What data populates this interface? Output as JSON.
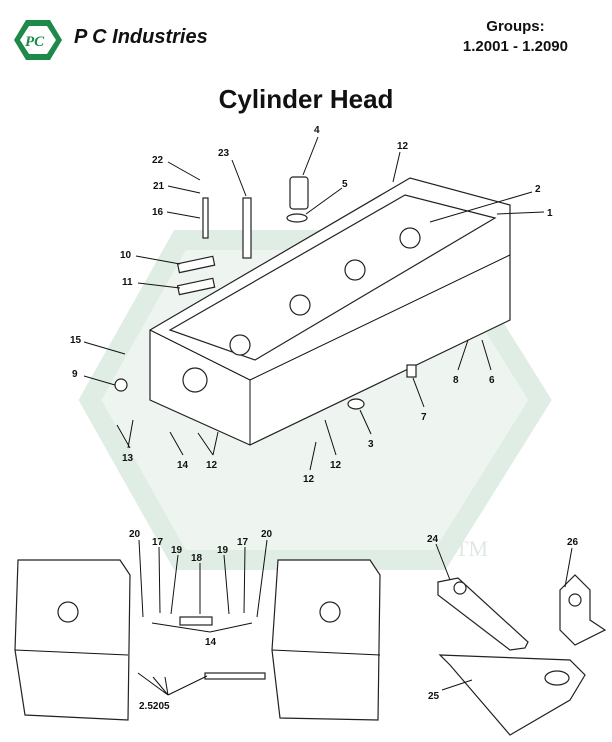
{
  "header": {
    "brand": "P C Industries",
    "logo_text": "PC",
    "groups_label": "Groups:",
    "groups_range": "1.2001 - 1.2090"
  },
  "title": "Cylinder Head",
  "watermark": "TM",
  "colors": {
    "logo_green": "#1e8a4a",
    "watermark": "#e6f1ea"
  },
  "callouts_main": [
    "4",
    "12",
    "2",
    "1",
    "5",
    "22",
    "21",
    "16",
    "23",
    "10",
    "11",
    "15",
    "9",
    "13",
    "14",
    "12",
    "12",
    "12",
    "3",
    "7",
    "8",
    "6"
  ],
  "callouts_bottom": [
    "20",
    "17",
    "19",
    "18",
    "19",
    "17",
    "20",
    "14",
    "2.5205",
    "24",
    "26",
    "25"
  ]
}
